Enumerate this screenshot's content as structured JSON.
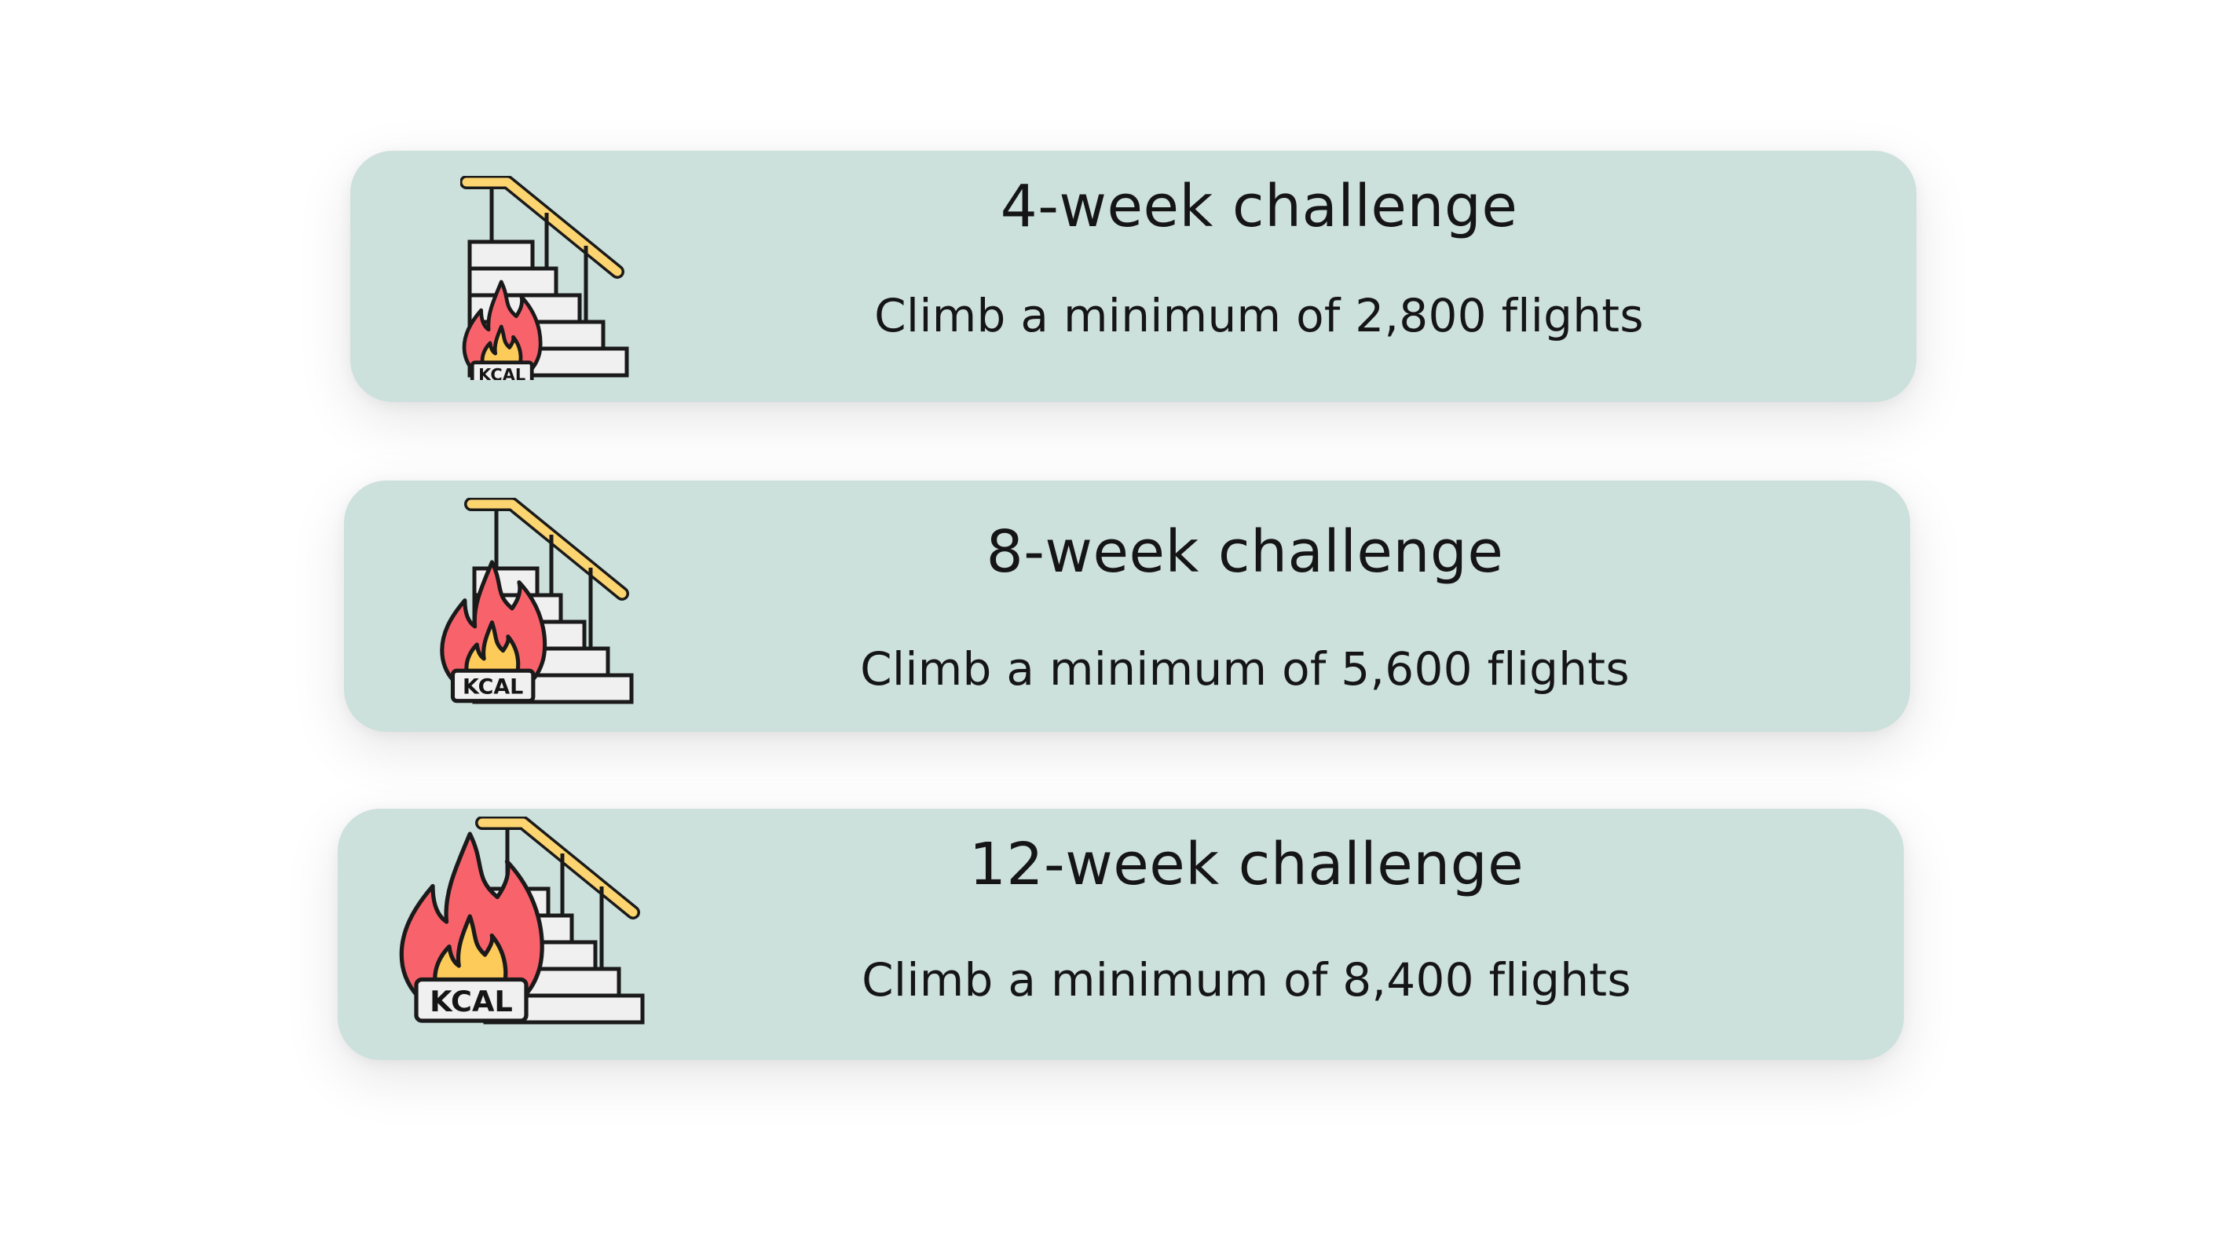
{
  "challenges": [
    {
      "title": "4-week challenge",
      "description": "Climb a minimum of 2,800 flights",
      "badge": "KCAL"
    },
    {
      "title": "8-week challenge",
      "description": "Climb a minimum of 5,600 flights",
      "badge": "KCAL"
    },
    {
      "title": "12-week challenge",
      "description": "Climb a minimum of 8,400 flights",
      "badge": "KCAL"
    }
  ],
  "icon": {
    "name": "stairs-calorie-flame-icon"
  },
  "colors": {
    "card_background": "#cce0dc",
    "flame_outer": "#f8636b",
    "flame_inner": "#fdcb5a",
    "rail": "#fcd571",
    "step": "#f0f0f0",
    "outline": "#1a1a1a"
  }
}
